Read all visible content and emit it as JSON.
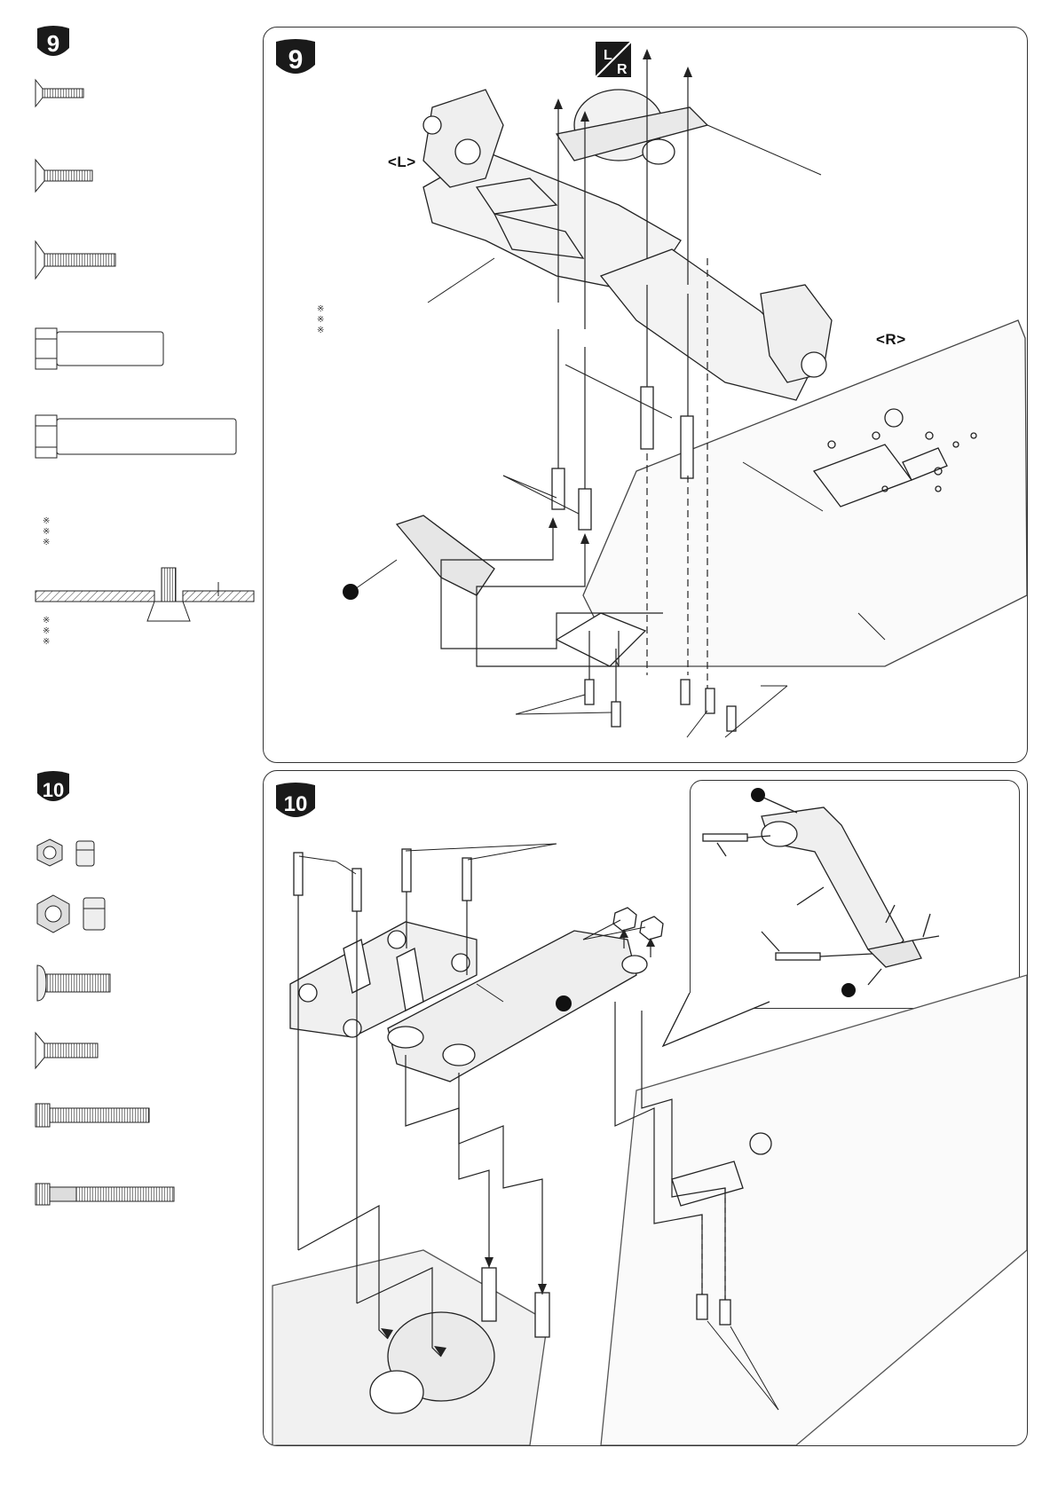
{
  "step9": {
    "number": "9",
    "left_label": "<L>",
    "right_label": "<R>",
    "notes_marks": [
      "※",
      "※",
      "※"
    ],
    "side_notes_top": [
      "※",
      "※",
      "※"
    ],
    "side_notes_bottom": [
      "※",
      "※",
      "※"
    ],
    "lr_icon": {
      "l": "L",
      "r": "R"
    }
  },
  "step10": {
    "number": "10"
  },
  "icons": {
    "screw_flat": "countersunk-screw-icon",
    "screw_button": "button-head-screw-icon",
    "screw_cap": "cap-screw-icon",
    "post": "hex-post-icon",
    "nut": "lock-nut-icon"
  },
  "colors": {
    "line": "#222222",
    "panel_border": "#333333",
    "badge": "#1a1a1a",
    "fill_light": "#f2f2f2"
  }
}
